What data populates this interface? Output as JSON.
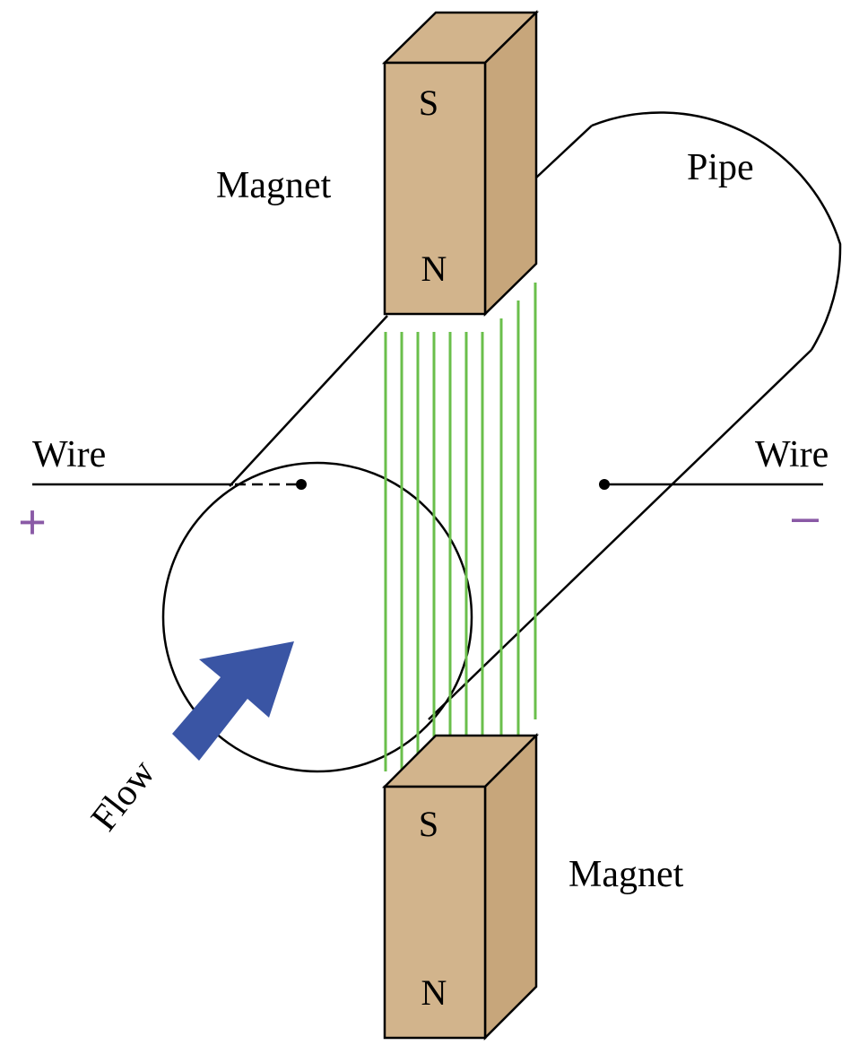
{
  "labels": {
    "magnet_top": "Magnet",
    "magnet_bottom": "Magnet",
    "pipe": "Pipe",
    "wire_left": "Wire",
    "wire_right": "Wire",
    "flow": "Flow"
  },
  "signs": {
    "positive": "+",
    "negative": "–"
  },
  "poles": {
    "top_south": "S",
    "top_north": "N",
    "bottom_south": "S",
    "bottom_north": "N"
  },
  "colors": {
    "magnet_front": "#d2b48c",
    "magnet_side": "#c7a67b",
    "field_lines": "#6abf4b",
    "flow_arrow": "#3a55a4",
    "polarity_signs": "#8a5aa6",
    "outline": "#000000"
  }
}
